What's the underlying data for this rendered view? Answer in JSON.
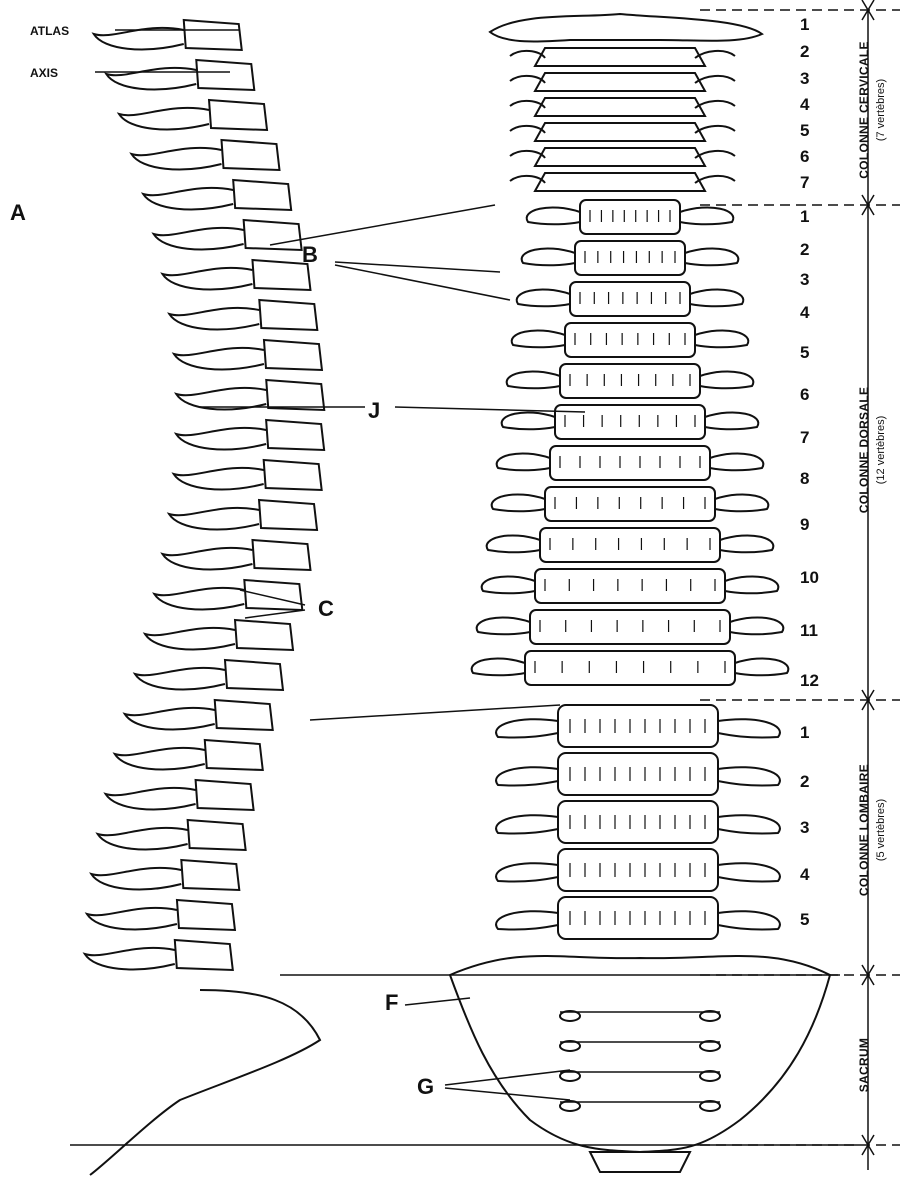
{
  "labels": {
    "atlas": "ATLAS",
    "axis": "AXIS",
    "A": "A",
    "B": "B",
    "C": "C",
    "J": "J",
    "F": "F",
    "G": "G"
  },
  "vertebra_numbers": {
    "cervical": [
      "1",
      "2",
      "3",
      "4",
      "5",
      "6",
      "7"
    ],
    "dorsal": [
      "1",
      "2",
      "3",
      "4",
      "5",
      "6",
      "7",
      "8",
      "9",
      "10",
      "11",
      "12"
    ],
    "lumbar": [
      "1",
      "2",
      "3",
      "4",
      "5"
    ]
  },
  "regions": [
    {
      "name": "COLONNE CERVICALE",
      "count": "(7 vertèbres)"
    },
    {
      "name": "COLONNE DORSALE",
      "count": "(12 vertèbres)"
    },
    {
      "name": "COLONNE LOMBAIRE",
      "count": "(5 vertèbres)"
    },
    {
      "name": "SACRUM",
      "count": ""
    }
  ],
  "colors": {
    "ink": "#111111",
    "paper": "#ffffff"
  }
}
